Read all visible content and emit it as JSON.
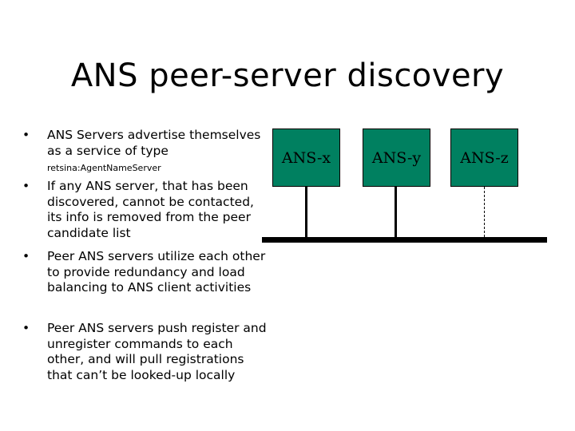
{
  "title": "ANS peer-server discovery",
  "bullets": [
    {
      "marker": "•",
      "text": "ANS Servers advertise themselves as a service of type",
      "subtext": "retsina:AgentNameServer"
    },
    {
      "marker": "•",
      "text": "If any ANS server, that has been discovered, cannot be contacted, its info is removed from the peer candidate list"
    },
    {
      "marker": "•",
      "text": "Peer ANS servers utilize each other to provide redundancy and load balancing to ANS client activities"
    },
    {
      "marker": "•",
      "text": "Peer ANS servers push register and unregister commands to each other, and will pull registrations that can’t be looked-up locally"
    }
  ],
  "diagram": {
    "nodes": [
      "ANS-x",
      "ANS-y",
      "ANS-z"
    ],
    "node_color": "#008060",
    "connections": [
      {
        "node": "ANS-x",
        "style": "solid"
      },
      {
        "node": "ANS-y",
        "style": "solid"
      },
      {
        "node": "ANS-z",
        "style": "dashed"
      }
    ]
  }
}
